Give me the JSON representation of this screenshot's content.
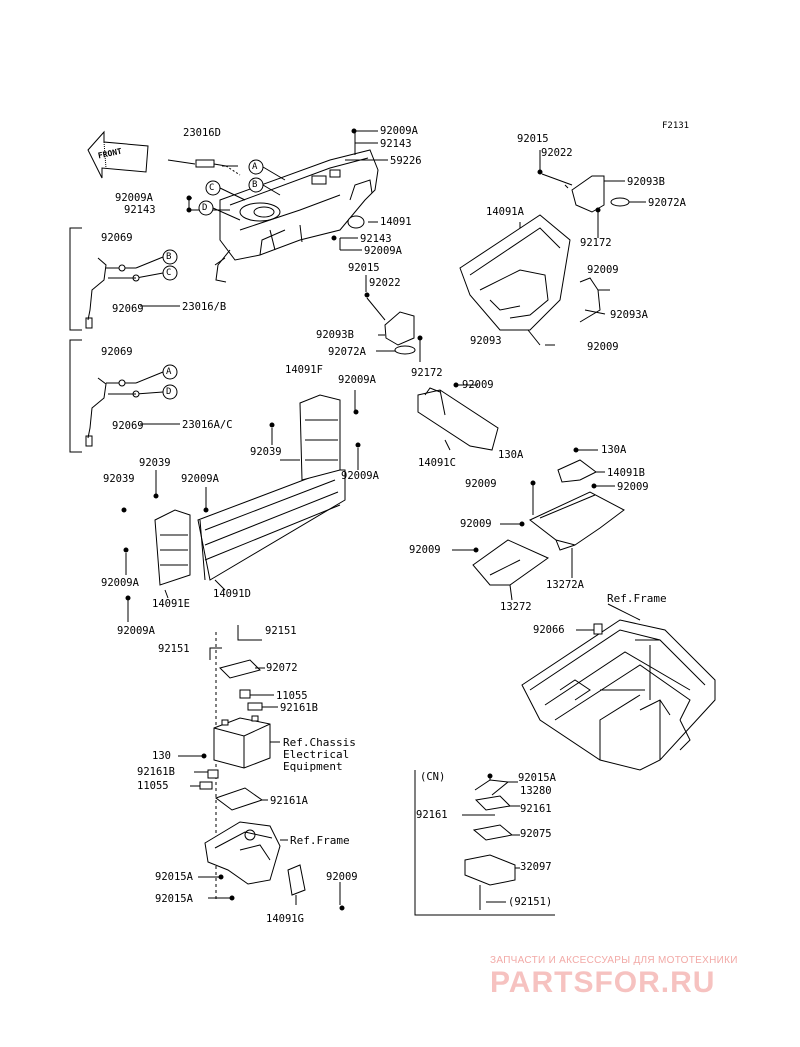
{
  "diagram_code": "F2131",
  "front_arrow": "FRONT",
  "callouts": [
    "A",
    "B",
    "C",
    "D"
  ],
  "part_labels": {
    "p23016D": "23016D",
    "p92009A_1": "92009A",
    "p92143_1": "92143",
    "p59226": "59226",
    "p92009A_2": "92009A",
    "p92143_2": "92143",
    "p14091": "14091",
    "p92143_3": "92143",
    "p92009A_3": "92009A",
    "p92069_1": "92069",
    "p92069_2": "92069",
    "p23016B": "23016/B",
    "p92069_3": "92069",
    "p92069_4": "92069",
    "p23016AC": "23016A/C",
    "p92015_1": "92015",
    "p92022_1": "92022",
    "p92093B_1": "92093B",
    "p92072A_1": "92072A",
    "p92172_1": "92172",
    "p92015_2": "92015",
    "p92022_2": "92022",
    "p92093B_2": "92093B",
    "p92072A_2": "92072A",
    "p92172_2": "92172",
    "p14091A": "14091A",
    "p92009_1": "92009",
    "p92093A": "92093A",
    "p92093": "92093",
    "p92009_2": "92009",
    "p14091F": "14091F",
    "p92009A_4": "92009A",
    "p92039_1": "92039",
    "p92009A_5": "92009A",
    "p92009_3": "92009",
    "p14091C": "14091C",
    "p130A_1": "130A",
    "p130A_2": "130A",
    "p14091B": "14091B",
    "p92009_4": "92009",
    "p92009_5": "92009",
    "p92039_2": "92039",
    "p92039_3": "92039",
    "p92009A_6": "92009A",
    "p92009_6": "92009",
    "p92009_7": "92009",
    "p13272A": "13272A",
    "p13272": "13272",
    "p92009A_7": "92009A",
    "p14091E": "14091E",
    "p14091D": "14091D",
    "p92009A_8": "92009A",
    "p92066": "92066",
    "p92151_1": "92151",
    "p92151_2": "92151",
    "p92072": "92072",
    "p11055_1": "11055",
    "p92161B_1": "92161B",
    "p130": "130",
    "p92161B_2": "92161B",
    "p11055_2": "11055",
    "p92161A": "92161A",
    "p92015A_1": "92015A",
    "p92015A_2": "92015A",
    "p14091G": "14091G",
    "p92009_8": "92009",
    "p92015A_3": "92015A",
    "p13280": "13280",
    "p92161_1": "92161",
    "p92161_2": "92161",
    "p92075": "92075",
    "p32097": "32097",
    "p92151_3": "(92151)"
  },
  "references": {
    "ref_frame_1": "Ref.Frame",
    "ref_chassis": "Ref.Chassis\nElectrical\nEquipment",
    "ref_frame_2": "Ref.Frame"
  },
  "cn_label": "(CN)",
  "watermark": {
    "top_line": "ЗАПЧАСТИ И АКСЕССУАРЫ ДЛЯ МОТОТЕХНИКИ",
    "logo": "PARTSFOR.RU",
    "color": "#f08a86"
  }
}
